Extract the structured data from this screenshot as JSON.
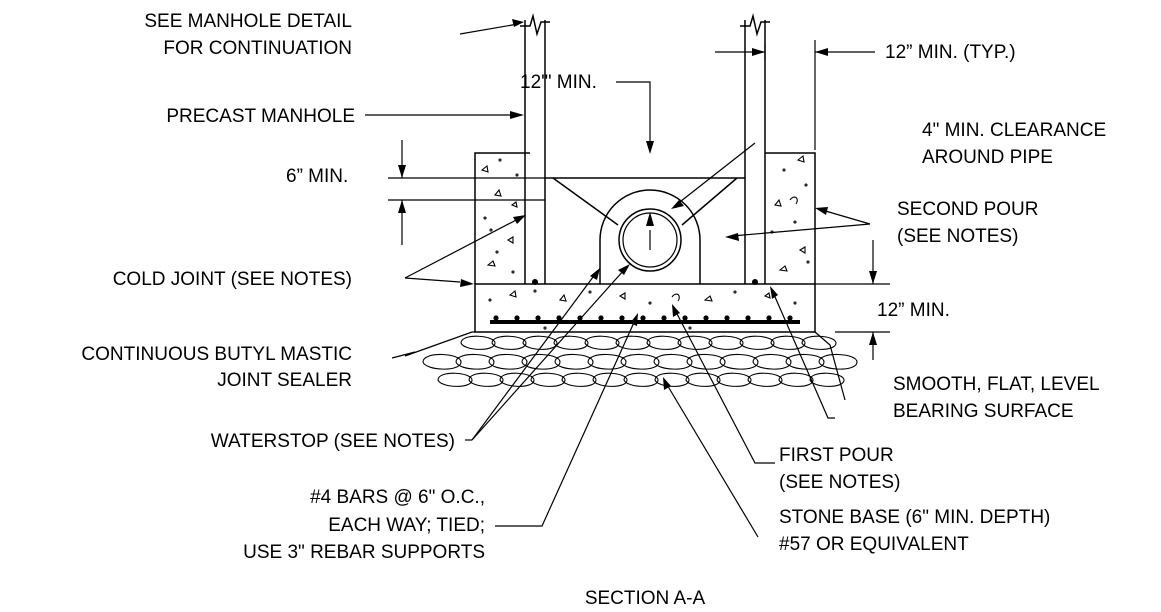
{
  "labels": {
    "manhole_detail_1": "SEE MANHOLE DETAIL",
    "manhole_detail_2": "FOR CONTINUATION",
    "precast_manhole": "PRECAST MANHOLE",
    "six_min": "6”  MIN.",
    "cold_joint": "COLD JOINT (SEE NOTES)",
    "butyl_1": "CONTINUOUS BUTYL MASTIC",
    "butyl_2": "JOINT SEALER",
    "waterstop": "WATERSTOP (SEE NOTES)",
    "bars_1": "#4 BARS @ 6\" O.C.,",
    "bars_2": "EACH WAY; TIED;",
    "bars_3": "USE 3\" REBAR SUPPORTS",
    "twelve_min_top": "12'\" MIN.",
    "twelve_min_typ": "12”  MIN.  (TYP.)",
    "clearance_1": "4\" MIN. CLEARANCE",
    "clearance_2": "AROUND PIPE",
    "second_pour_1": "SECOND POUR",
    "second_pour_2": "(SEE NOTES)",
    "twelve_min_right": "12”  MIN.",
    "smooth_1": "SMOOTH, FLAT, LEVEL",
    "smooth_2": "BEARING SURFACE",
    "first_pour_1": "FIRST POUR",
    "first_pour_2": "(SEE NOTES)",
    "stone_1": "STONE BASE (6\" MIN. DEPTH)",
    "stone_2": "#57 OR EQUIVALENT",
    "section_title": "SECTION A-A"
  }
}
